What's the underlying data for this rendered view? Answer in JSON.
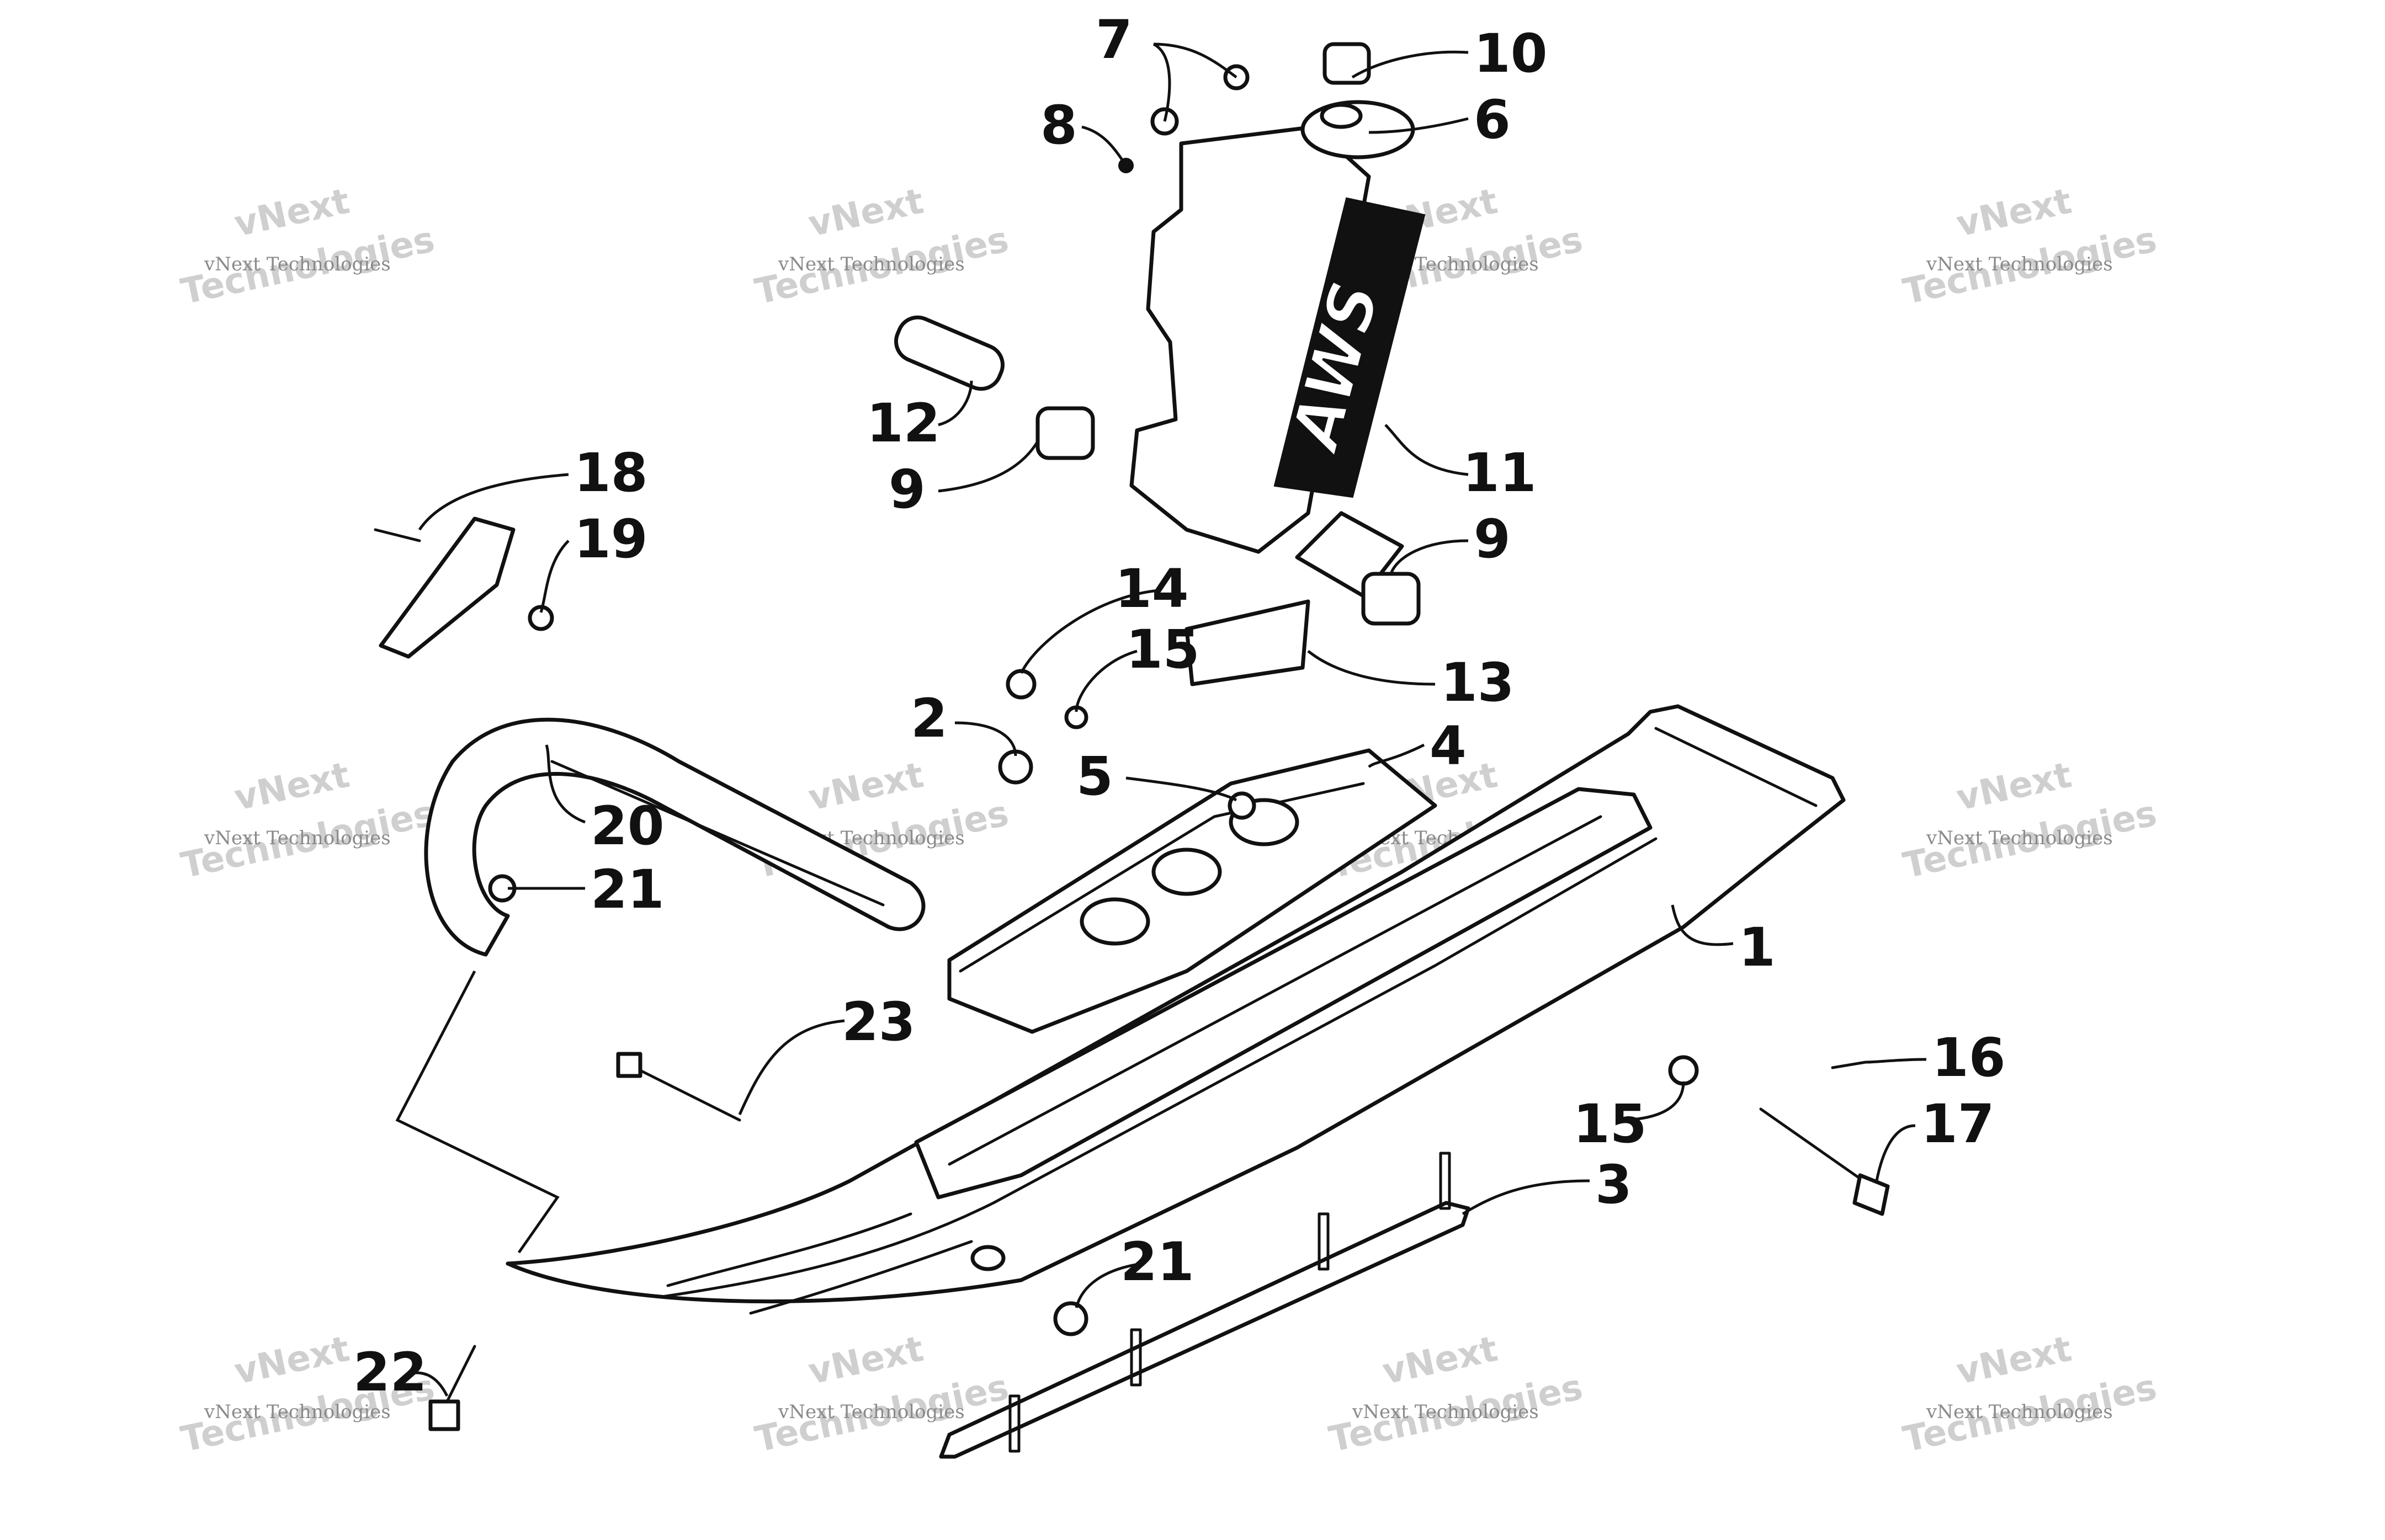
{
  "diagram": {
    "callouts": [
      "7",
      "10",
      "8",
      "6",
      "12",
      "9",
      "11",
      "18",
      "19",
      "9",
      "14",
      "15",
      "13",
      "2",
      "4",
      "5",
      "20",
      "21",
      "1",
      "23",
      "16",
      "15",
      "17",
      "3",
      "21",
      "22"
    ],
    "grip_logo_text": "AWS",
    "watermark": {
      "line1": "vNext Technologies",
      "line2": "vNext",
      "line3": "Technologies"
    }
  }
}
